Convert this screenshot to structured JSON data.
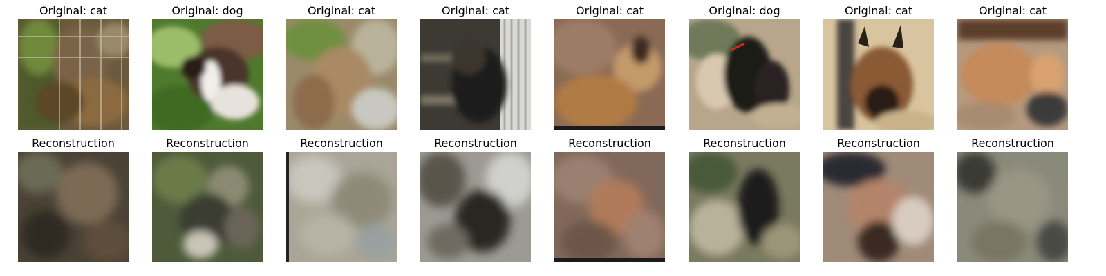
{
  "originals": [
    {
      "title": "Original: cat",
      "depicts": "cat"
    },
    {
      "title": "Original: dog",
      "depicts": "dog"
    },
    {
      "title": "Original: cat",
      "depicts": "cat"
    },
    {
      "title": "Original: cat",
      "depicts": "cat"
    },
    {
      "title": "Original: cat",
      "depicts": "cat"
    },
    {
      "title": "Original: dog",
      "depicts": "dog"
    },
    {
      "title": "Original: cat",
      "depicts": "cat"
    },
    {
      "title": "Original: cat",
      "depicts": "cat"
    }
  ],
  "reconstructions": [
    {
      "title": "Reconstruction"
    },
    {
      "title": "Reconstruction"
    },
    {
      "title": "Reconstruction"
    },
    {
      "title": "Reconstruction"
    },
    {
      "title": "Reconstruction"
    },
    {
      "title": "Reconstruction"
    },
    {
      "title": "Reconstruction"
    },
    {
      "title": "Reconstruction"
    }
  ]
}
